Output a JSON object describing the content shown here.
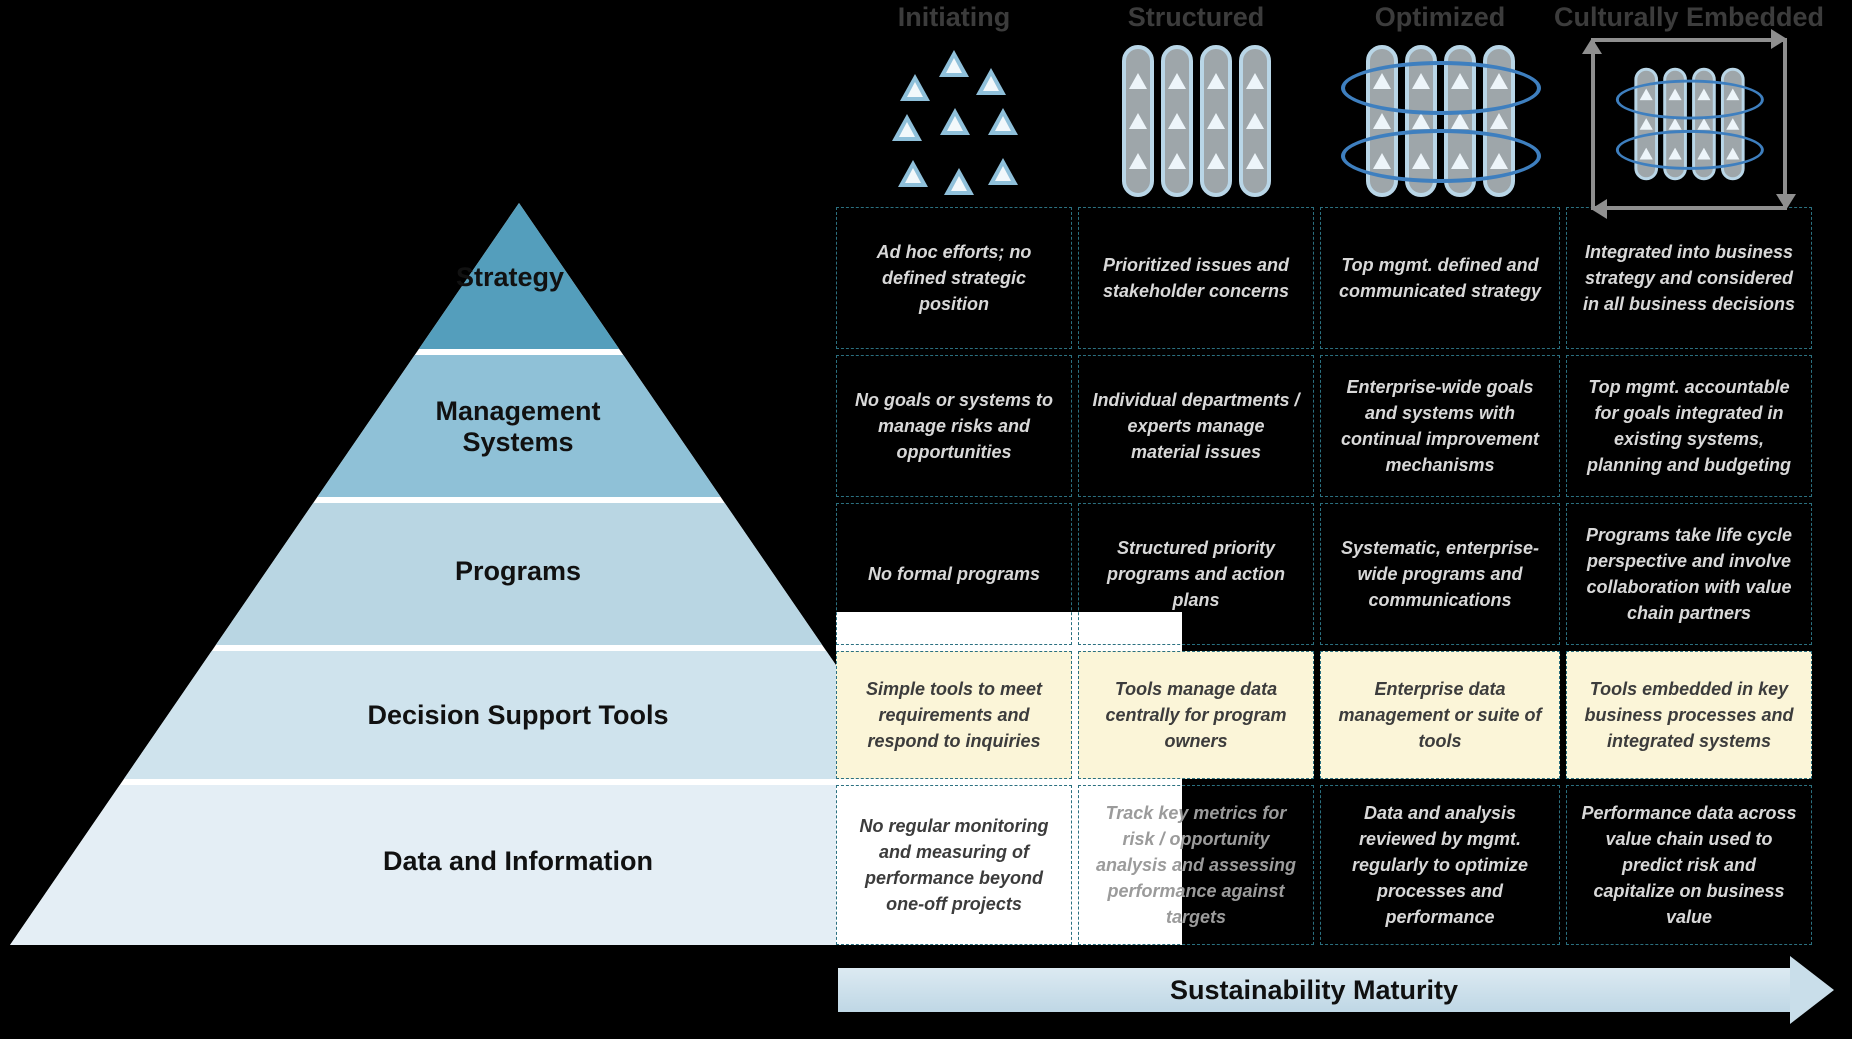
{
  "header": {
    "columns": [
      "Initiating",
      "Structured",
      "Optimized",
      "Culturally Embedded"
    ]
  },
  "pyramid": {
    "levels": [
      "Strategy",
      "Management Systems",
      "Programs",
      "Decision Support Tools",
      "Data and Information"
    ]
  },
  "matrix": {
    "rows": [
      {
        "cells": [
          "Ad hoc efforts; no defined strategic position",
          "Prioritized issues and stakeholder concerns",
          "Top mgmt. defined and communicated strategy",
          "Integrated into business strategy and considered in all business decisions"
        ]
      },
      {
        "cells": [
          "No goals or systems to manage risks and opportunities",
          "Individual departments / experts manage material issues",
          "Enterprise-wide goals and systems with continual improvement mechanisms",
          "Top mgmt. accountable for goals integrated in existing systems, planning and budgeting"
        ]
      },
      {
        "cells": [
          "No formal programs",
          "Structured priority programs and action plans",
          "Systematic, enterprise-wide programs and communications",
          "Programs take life cycle perspective and involve collaboration with value chain partners"
        ]
      },
      {
        "cells": [
          "Simple tools to meet requirements and respond to inquiries",
          "Tools manage data centrally for program owners",
          "Enterprise data management or suite of tools",
          "Tools embedded in key business processes and integrated systems"
        ]
      },
      {
        "cells": [
          "No regular monitoring and measuring of performance beyond one-off projects",
          "Track key metrics for risk / opportunity analysis and assessing performance against targets",
          "Data and analysis reviewed by mgmt. regularly to optimize processes and performance",
          "Performance data across value chain used to predict risk and capitalize on business value"
        ]
      }
    ]
  },
  "footer": {
    "arrow_label": "Sustainability Maturity"
  },
  "icons": {
    "initiating": "scattered-triangles",
    "structured": "grouped-triangle-columns",
    "optimized": "columns-with-orbit-rings",
    "culturally_embedded": "columns-with-orbits-in-cycle-frame"
  },
  "colors": {
    "background": "#000000",
    "grid_dash": "#2B7080",
    "highlight_cream": "#FBF5D8",
    "pyramid_levels": [
      "#549EBC",
      "#8FC1D7",
      "#B9D6E3",
      "#CFE3ED",
      "#E4EEF5"
    ],
    "arrow_fill": "#C9DEEA",
    "orbit_blue": "#3E7FBF"
  }
}
